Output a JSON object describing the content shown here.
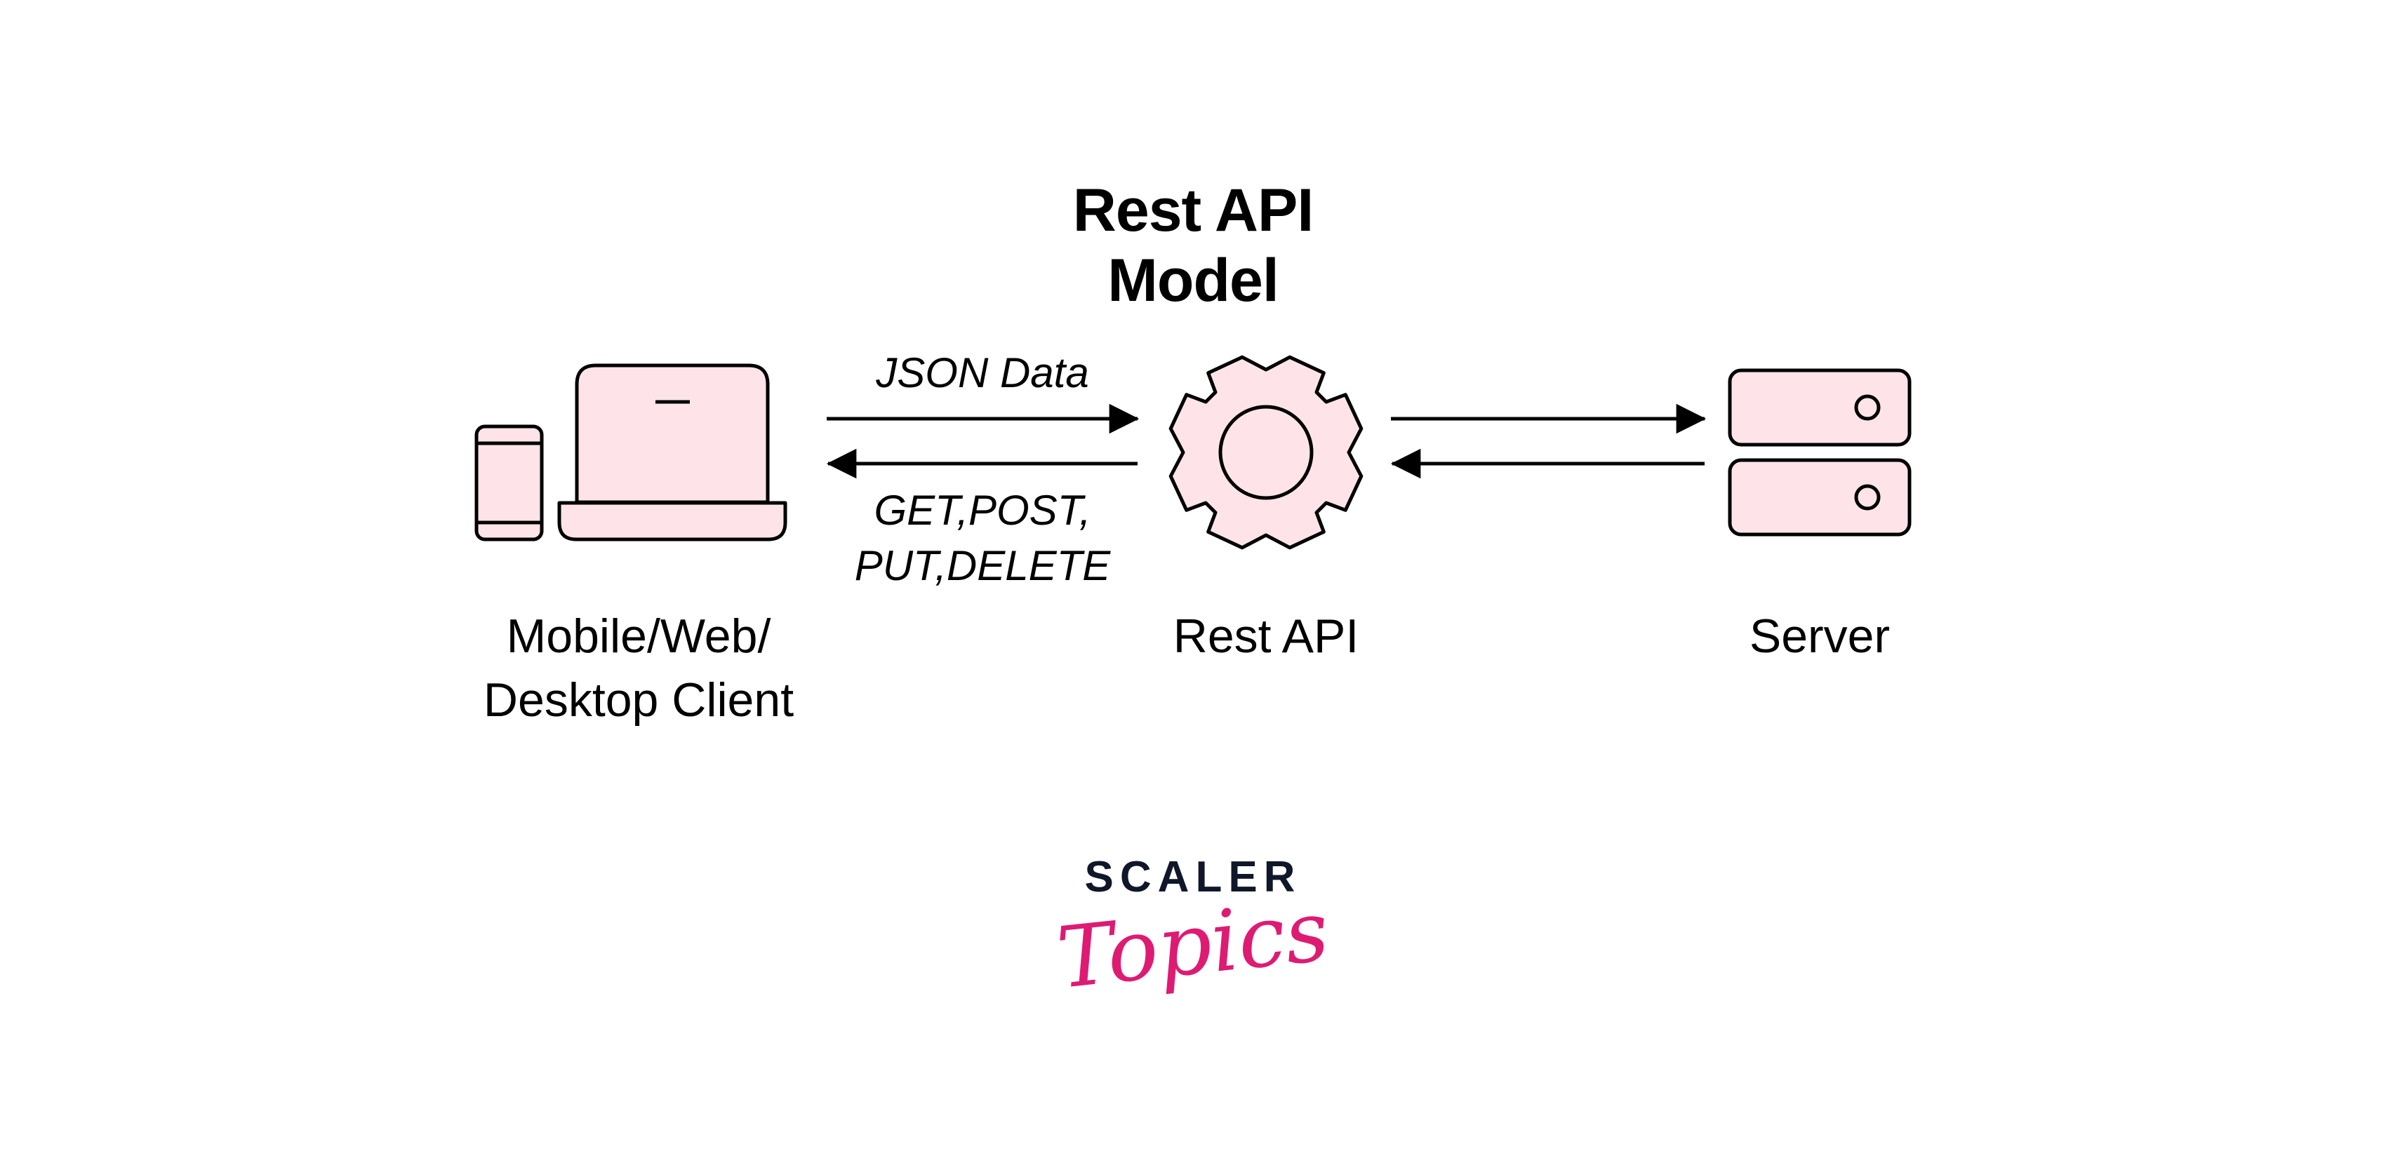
{
  "title": "Rest API Model",
  "colors": {
    "icon_fill": "#fee4e9",
    "stroke": "#000000",
    "brand_dark": "#0f1729",
    "brand_pink": "#de1b72"
  },
  "nodes": {
    "client": {
      "label_line1": "Mobile/Web/",
      "label_line2": "Desktop Client",
      "icons": [
        "mobile-phone-icon",
        "laptop-icon"
      ]
    },
    "api": {
      "label": "Rest API",
      "icon": "gear-icon"
    },
    "server": {
      "label": "Server",
      "icon": "server-icon"
    }
  },
  "edges": {
    "client_api": {
      "top_label": "JSON Data",
      "bottom_label_line1": "GET,POST,",
      "bottom_label_line2": "PUT,DELETE",
      "arrows": [
        "client-to-api",
        "api-to-client"
      ]
    },
    "api_server": {
      "arrows": [
        "api-to-server",
        "server-to-api"
      ]
    }
  },
  "brand": {
    "line1": "SCALER",
    "line2": "Topics"
  }
}
